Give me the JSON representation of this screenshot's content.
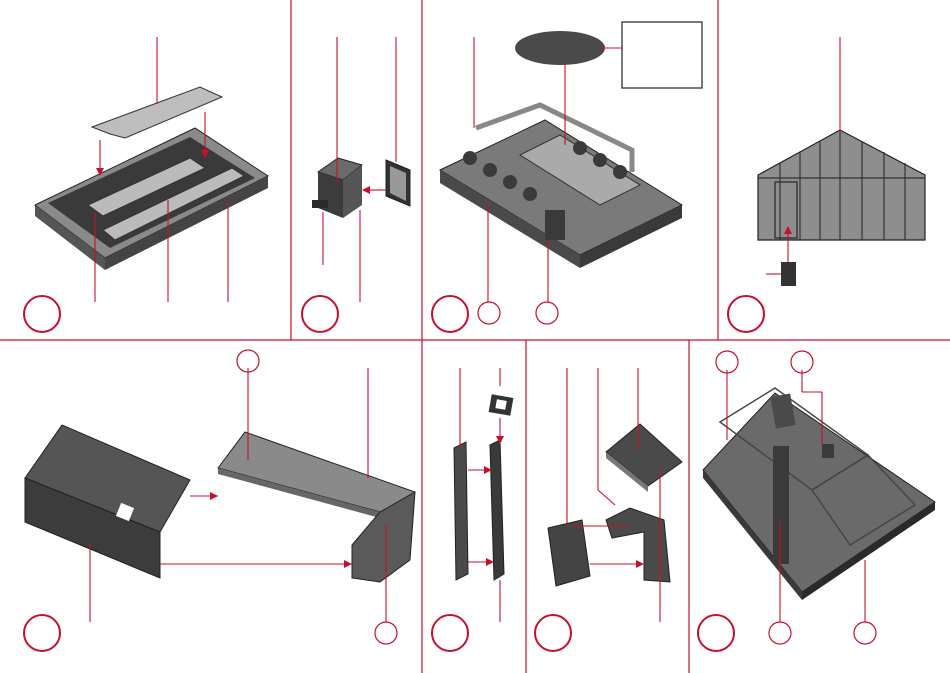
{
  "colors": {
    "accent": "#c8102e",
    "part_dark": "#3a3a3a",
    "part_mid": "#7a7a7a",
    "part_light": "#b8b8b8",
    "background": "#ffffff"
  },
  "steps": [
    {
      "panel": "base-plate-with-benches",
      "number": ""
    },
    {
      "panel": "boiler-house-box",
      "number": ""
    },
    {
      "panel": "pipes-and-plants",
      "number": "",
      "callouts": [
        "",
        ""
      ]
    },
    {
      "panel": "gable-wall-with-door",
      "number": ""
    },
    {
      "panel": "back-wall-and-side-walls",
      "number": "",
      "callouts": [
        "",
        ""
      ]
    },
    {
      "panel": "chimney-halves",
      "number": ""
    },
    {
      "panel": "boiler-house-roof",
      "number": ""
    },
    {
      "panel": "finished-greenhouse",
      "number": "",
      "callouts": [
        "",
        "",
        "",
        ""
      ]
    }
  ]
}
